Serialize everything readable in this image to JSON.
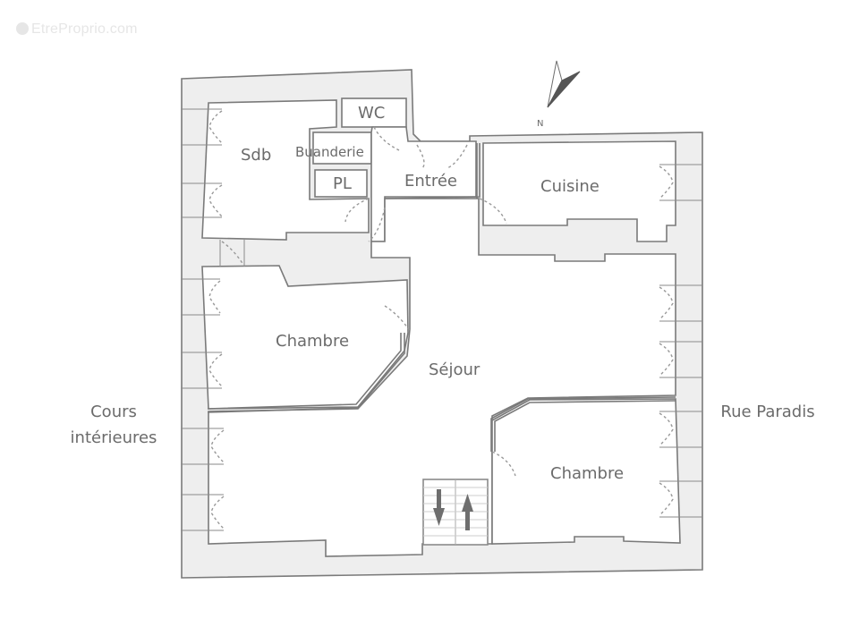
{
  "watermark": {
    "text": "EtreProprio.com",
    "icon": "copyright-logo-icon"
  },
  "compass": {
    "label": "N",
    "icon": "north-arrow-icon"
  },
  "rooms": {
    "sdb": "Sdb",
    "wc": "WC",
    "buanderie": "Buanderie",
    "pl": "PL",
    "entree": "Entrée",
    "cuisine": "Cuisine",
    "chambre_1": "Chambre",
    "sejour": "Séjour",
    "chambre_2": "Chambre"
  },
  "surroundings": {
    "left": {
      "line1": "Cours",
      "line2": "intérieures"
    },
    "right": "Rue Paradis"
  },
  "staircase": {
    "down_icon": "arrow-down-icon",
    "up_icon": "arrow-up-icon"
  },
  "colors": {
    "wall_fill": "#eeeeee",
    "wall_stroke": "#7a7a7a",
    "text": "#6b6b6b",
    "background": "#ffffff"
  }
}
